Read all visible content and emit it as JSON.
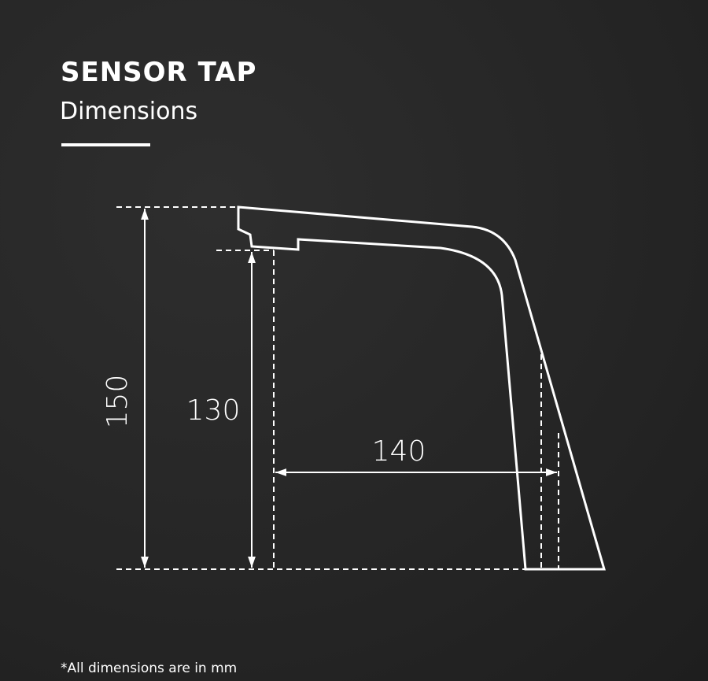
{
  "header": {
    "title": "SENSOR TAP",
    "subtitle": "Dimensions"
  },
  "dimensions": {
    "total_height": "150",
    "spout_height": "130",
    "reach": "140"
  },
  "footnote": "*All dimensions are in mm",
  "colors": {
    "background": "#262626",
    "line": "#ffffff"
  }
}
